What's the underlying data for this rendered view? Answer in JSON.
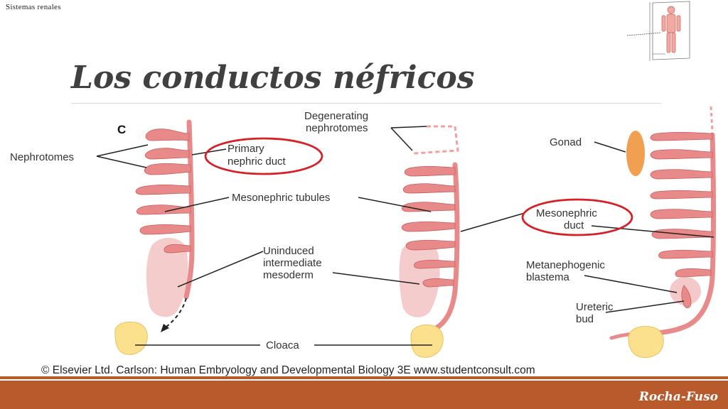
{
  "header": {
    "section_label": "Sistemas renales",
    "title": "Los conductos néfricos"
  },
  "diagram": {
    "panel_letter": "C",
    "labels": {
      "nephrotomes": "Nephrotomes",
      "primary_duct_1": "Primary",
      "primary_duct_2": "nephric duct",
      "meso_tubules": "Mesonephric tubules",
      "uninduced_1": "Uninduced",
      "uninduced_2": "intermediate",
      "uninduced_3": "mesoderm",
      "cloaca": "Cloaca",
      "degenerating_1": "Degenerating",
      "degenerating_2": "nephrotomes",
      "gonad": "Gonad",
      "meso_duct_1": "Mesonephric",
      "meso_duct_2": "duct",
      "metaneph_1": "Metanephogenic",
      "metaneph_2": "blastema",
      "ureteric_1": "Ureteric",
      "ureteric_2": "bud"
    },
    "credit": "© Elsevier Ltd. Carlson: Human Embryology and Developmental Biology 3E www.studentconsult.com",
    "colors": {
      "tissue": "#e88a8a",
      "tissue_outline": "#c95c5c",
      "cloaca": "#fbe08e",
      "gonad": "#f0a050",
      "highlight": "#d61f26",
      "mesoderm": "#f3c3c3"
    }
  },
  "footer": {
    "author": "Rocha-Fuso",
    "color": "#b95a2c"
  }
}
